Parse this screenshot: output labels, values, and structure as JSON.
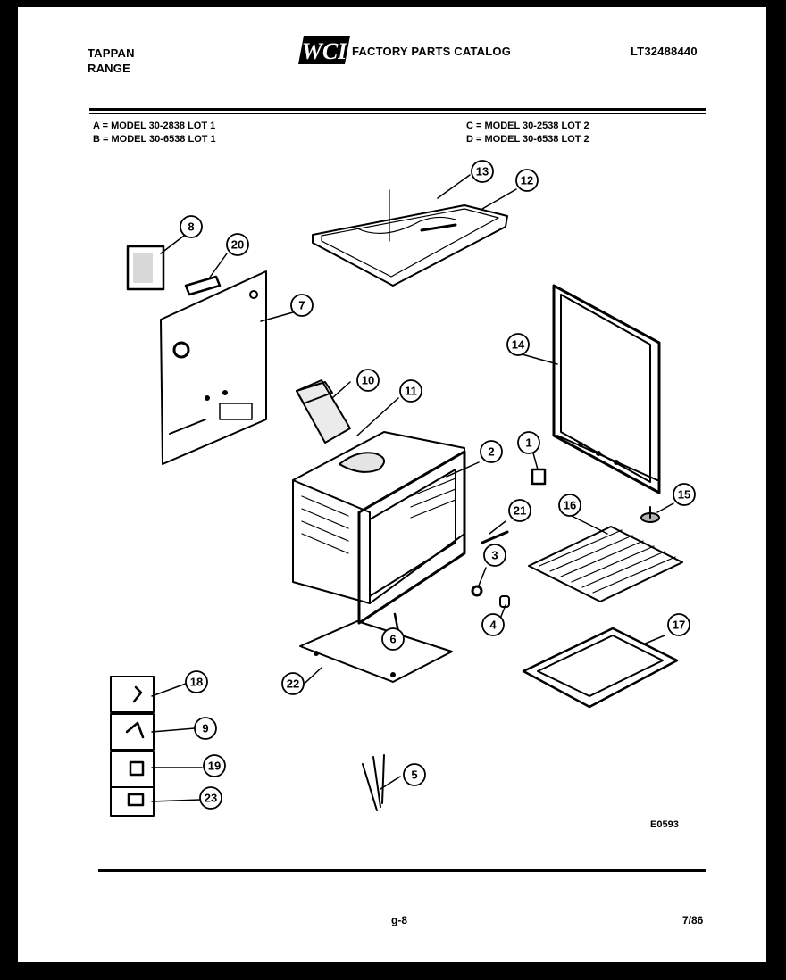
{
  "header": {
    "brand_line1": "TAPPAN",
    "brand_line2": "RANGE",
    "logo_text": "WCI",
    "catalog_title": "FACTORY PARTS CATALOG",
    "catalog_number": "LT32488440"
  },
  "models": {
    "a": "A = MODEL 30-2838 LOT 1",
    "b": "B = MODEL 30-6538 LOT 1",
    "c": "C = MODEL 30-2538 LOT 2",
    "d": "D = MODEL 30-6538 LOT 2"
  },
  "callouts": [
    "1",
    "2",
    "3",
    "4",
    "5",
    "6",
    "7",
    "8",
    "9",
    "10",
    "11",
    "12",
    "13",
    "14",
    "15",
    "16",
    "17",
    "18",
    "19",
    "20",
    "21",
    "22",
    "23"
  ],
  "diagram_code": "E0593",
  "footer": {
    "page": "g-8",
    "date": "7/86"
  }
}
